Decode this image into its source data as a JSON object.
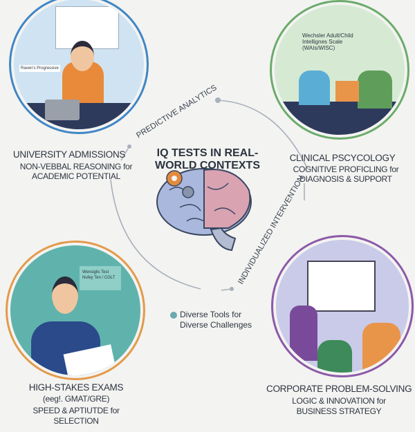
{
  "title": "IQ TESTS IN REAL-WORLD CONTEXTS",
  "title_line1": "IQ TESTS IN REAL-",
  "title_line2": "WORLD CONTEXTS",
  "connectors": {
    "predictive": "PREDICTIVE ANALYTICS",
    "individualized": "INDIVIDUALIZED INTERVENTION"
  },
  "center_note": {
    "line1": "Diverse Tools for",
    "line2": "Diverse Challenges"
  },
  "sections": [
    {
      "heading": "UNIVERSITY ADMISSIONS",
      "line1": "NON-VEBBAL REASONING for",
      "line2": "ACADEMIC POTENTIAL",
      "ring_color": "#3f86c6",
      "poster": "Raven's Progressive"
    },
    {
      "heading": "CLINICAL PSCYCOLOGY",
      "line1": "COGNITIVE PROFICLING for",
      "line2": "DIAGNOSIS & SUPPORT",
      "ring_color": "#6aab6a",
      "poster1": "Wechsler Adult/Child",
      "poster2": "Intellignes Scale",
      "poster3": "(WAIs/WISC)"
    },
    {
      "heading": "HIGH-STAKES EXAMS",
      "line1": "(eeg!. GMAT/GRE)",
      "line2": "SPEED & APTIUTDE for",
      "line3": "SELECTION",
      "ring_color": "#e39a4a",
      "poster1": "Wensiglic Test",
      "poster2": "Nufey Ten / CGLT"
    },
    {
      "heading": "CORPORATE PROBLEM-SOLVING",
      "line1": "LOGIC & INNOVATION for",
      "line2": "BUSINESS STRATEGY",
      "ring_color": "#8c5aa8"
    }
  ],
  "colors": {
    "background": "#f3f3f1",
    "connector": "#9aa3ad",
    "dot": "#6aaab0"
  }
}
